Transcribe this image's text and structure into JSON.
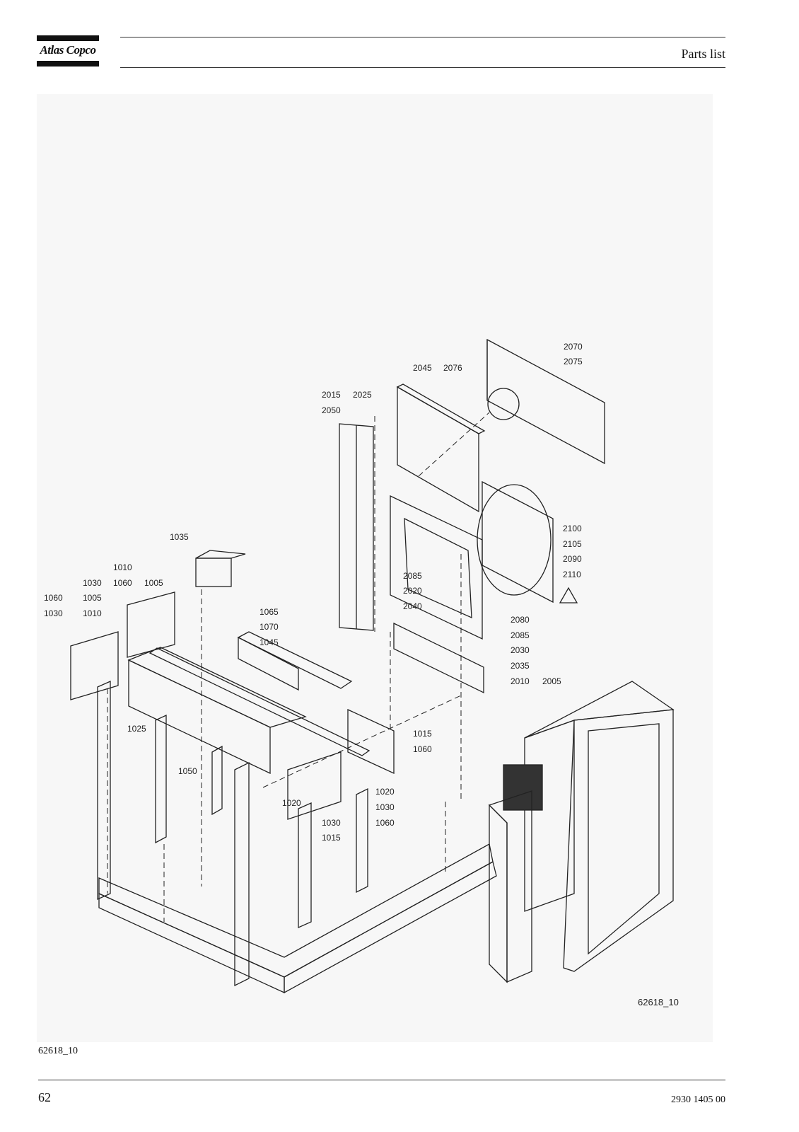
{
  "header": {
    "brand": "Atlas Copco",
    "section_title": "Parts list"
  },
  "drawing": {
    "figure_id": "62618_10",
    "callouts": [
      "2070",
      "2075",
      "2045",
      "2076",
      "2015",
      "2025",
      "2050",
      "2100",
      "2105",
      "2090",
      "2110",
      "2085",
      "2020",
      "2040",
      "2080",
      "2085",
      "2030",
      "2035",
      "2010",
      "2005",
      "1035",
      "1010",
      "1030",
      "1060",
      "1005",
      "1060",
      "1005",
      "1030",
      "1010",
      "1065",
      "1070",
      "1045",
      "1025",
      "1015",
      "1060",
      "1050",
      "1020",
      "1020",
      "1030",
      "1030",
      "1060",
      "1015"
    ]
  },
  "caption": "62618_10",
  "footer": {
    "page_number": "62",
    "doc_number": "2930 1405 00"
  }
}
